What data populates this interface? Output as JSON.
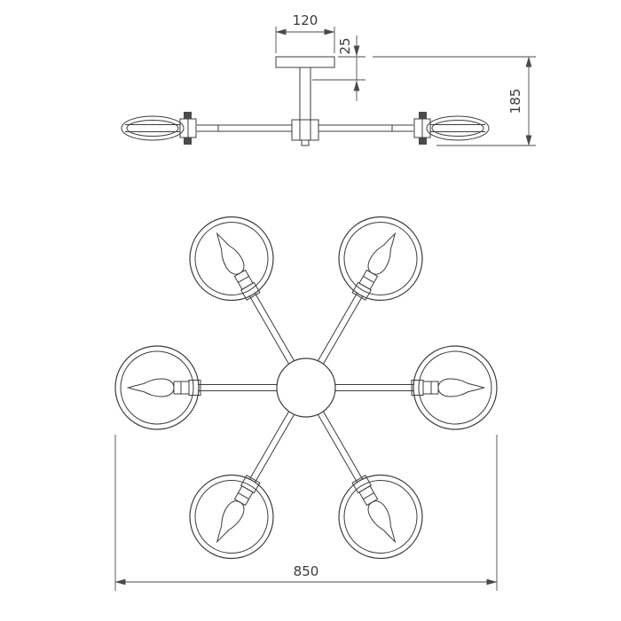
{
  "drawing": {
    "background": "#ffffff",
    "line_color": "#3c3c3c",
    "side_view": {
      "dim_plate_width": "120",
      "dim_canopy_height": "25",
      "dim_total_height": "185"
    },
    "plan_view": {
      "arm_count": 6,
      "dim_total_diameter": "850"
    }
  }
}
